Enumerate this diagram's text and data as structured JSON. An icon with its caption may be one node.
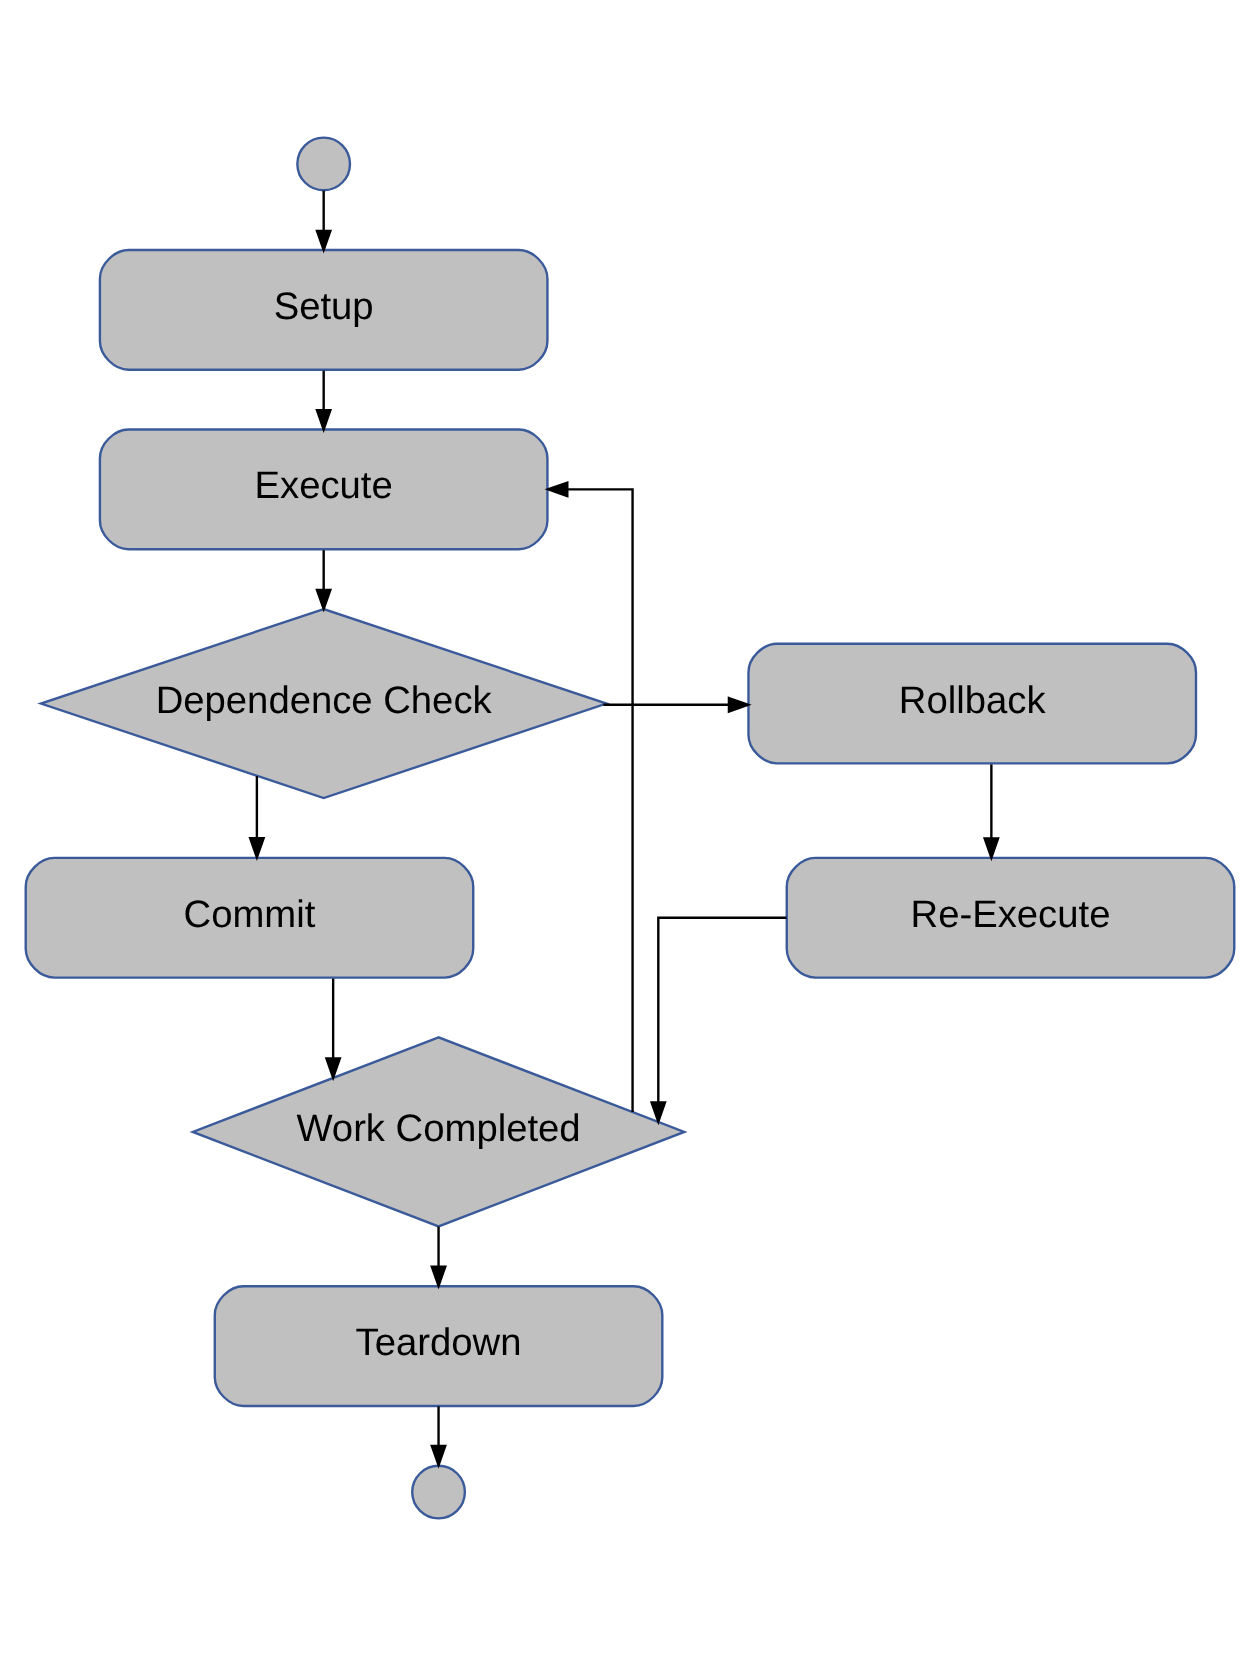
{
  "diagram": {
    "nodes": [
      {
        "text": [],
        "shape": "circle"
      },
      {
        "text": [
          "Setup"
        ]
      },
      {
        "text": [
          "Execute"
        ]
      },
      {
        "text": [
          "Dependence Check"
        ]
      },
      {
        "text": [
          "Rollback"
        ]
      },
      {
        "text": [
          "Commit"
        ]
      },
      {
        "text": [
          "Re-Execute"
        ]
      },
      {
        "text": [
          "Work Completed"
        ]
      },
      {
        "text": [
          "Teardown"
        ]
      },
      {
        "text": [],
        "shape": "circle"
      }
    ],
    "edges": [
      {
        "from": 0,
        "to": 1,
        "arrow": "to"
      },
      {
        "from": 1,
        "to": 2,
        "arrow": "to"
      },
      {
        "from": 2,
        "to": 3,
        "arrow": "to"
      },
      {
        "from": 3,
        "to": 4,
        "arrow": "to"
      },
      {
        "from": 3,
        "to": 5,
        "arrow": "to"
      },
      {
        "from": 4,
        "to": 6,
        "arrow": "to"
      },
      {
        "from": 5,
        "to": 7,
        "arrow": "to"
      },
      {
        "from": 6,
        "to": 7,
        "arrow": "to"
      },
      {
        "from": 7,
        "to": 2,
        "arrow": "to"
      },
      {
        "from": 7,
        "to": 8,
        "arrow": "to"
      },
      {
        "from": 8,
        "to": 9,
        "arrow": "to"
      }
    ]
  }
}
